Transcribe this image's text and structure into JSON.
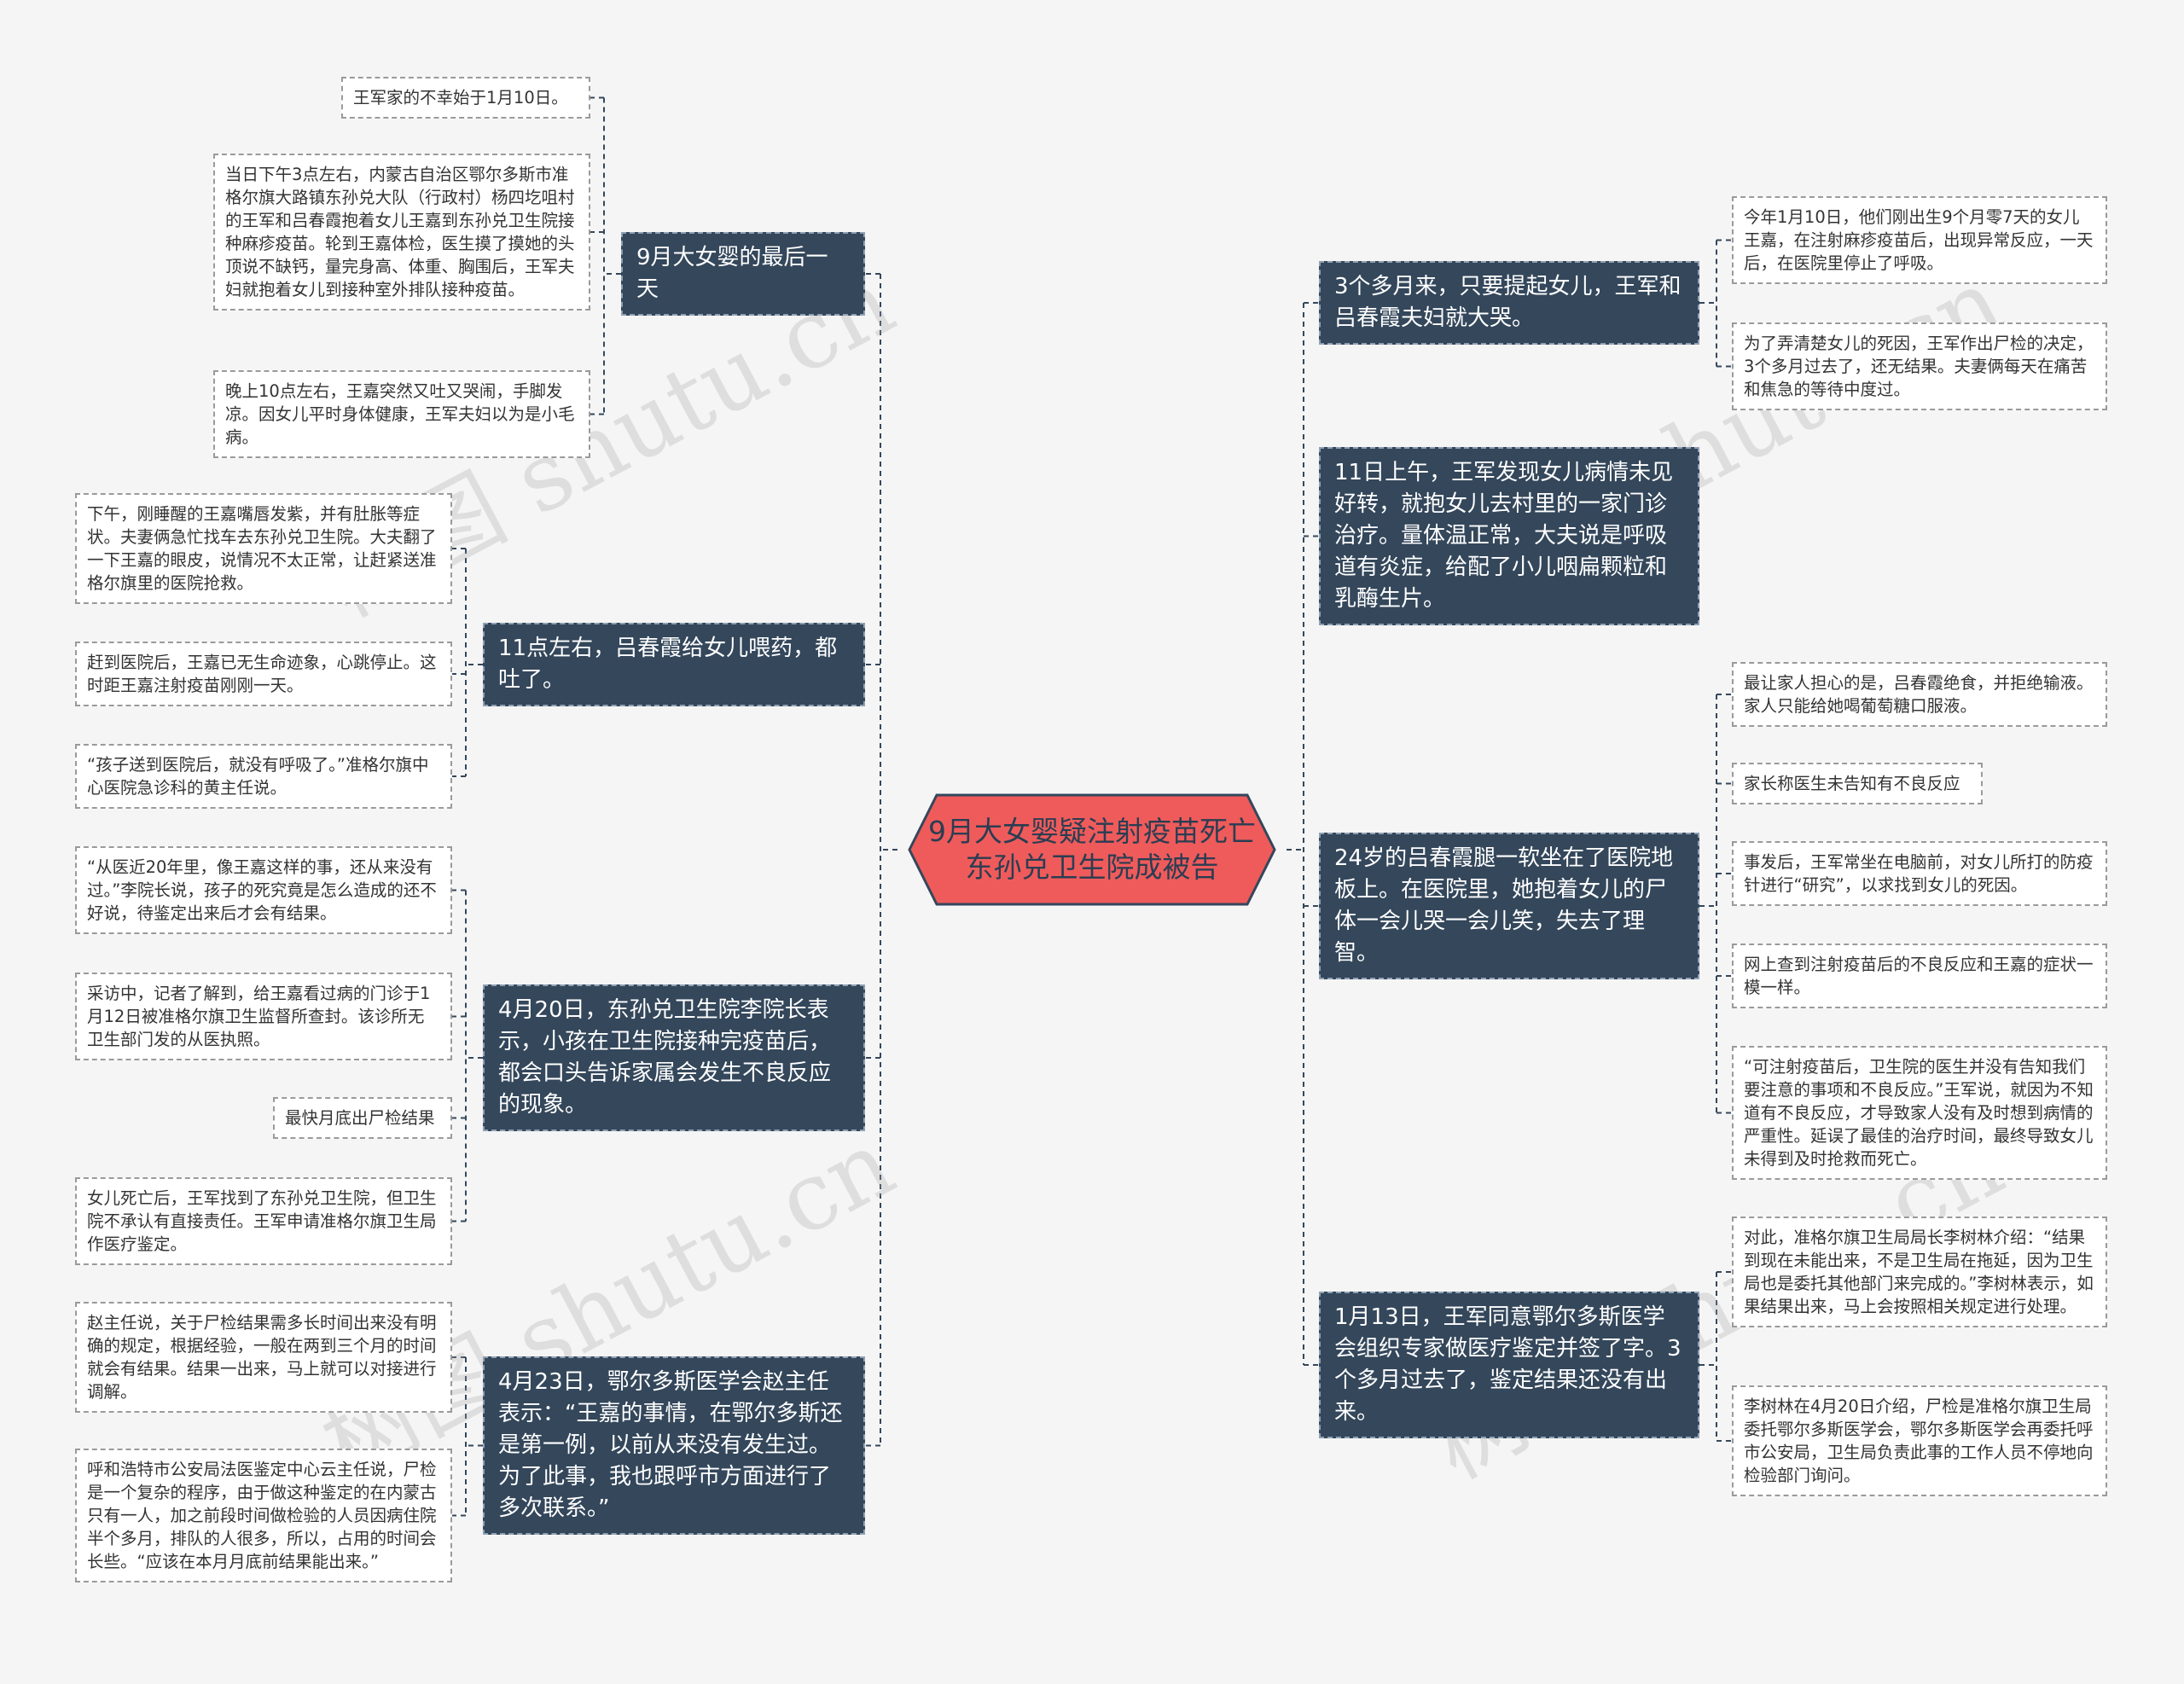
{
  "root": {
    "line1": "9月大女婴疑注射疫苗死亡",
    "line2": "东孙兑卫生院成被告"
  },
  "watermarks": [
    "树图 shutu.cn",
    "树图 shutu.cn",
    "树图 shutu.cn",
    "树图 shutu.cn"
  ],
  "branches": {
    "b1": "9月大女婴的最后一天",
    "b2": "11点左右，吕春霞给女儿喂药，都吐了。",
    "b3": "4月20日，东孙兑卫生院李院长表示，小孩在卫生院接种完疫苗后，都会口头告诉家属会发生不良反应的现象。",
    "b4": "4月23日，鄂尔多斯医学会赵主任表示：“王嘉的事情，在鄂尔多斯还是第一例，以前从来没有发生过。为了此事，我也跟呼市方面进行了多次联系。”",
    "b5": "3个多月来，只要提起女儿，王军和吕春霞夫妇就大哭。",
    "b6": "11日上午，王军发现女儿病情未见好转，就抱女儿去村里的一家门诊治疗。量体温正常，大夫说是呼吸道有炎症，给配了小儿咽扁颗粒和乳酶生片。",
    "b7": "24岁的吕春霞腿一软坐在了医院地板上。在医院里，她抱着女儿的尸体一会儿哭一会儿笑，失去了理智。",
    "b8": "1月13日，王军同意鄂尔多斯医学会组织专家做医疗鉴定并签了字。3个多月过去了，鉴定结果还没有出来。"
  },
  "leaves": {
    "l1": "王军家的不幸始于1月10日。",
    "l2": "当日下午3点左右，内蒙古自治区鄂尔多斯市准格尔旗大路镇东孙兑大队（行政村）杨四圪咀村的王军和吕春霞抱着女儿王嘉到东孙兑卫生院接种麻疹疫苗。轮到王嘉体检，医生摸了摸她的头顶说不缺钙，量完身高、体重、胸围后，王军夫妇就抱着女儿到接种室外排队接种疫苗。",
    "l3": "晚上10点左右，王嘉突然又吐又哭闹，手脚发凉。因女儿平时身体健康，王军夫妇以为是小毛病。",
    "l4": "下午，刚睡醒的王嘉嘴唇发紫，并有肚胀等症状。夫妻俩急忙找车去东孙兑卫生院。大夫翻了一下王嘉的眼皮，说情况不太正常，让赶紧送准格尔旗里的医院抢救。",
    "l5": "赶到医院后，王嘉已无生命迹象，心跳停止。这时距王嘉注射疫苗刚刚一天。",
    "l6": "“孩子送到医院后，就没有呼吸了。”准格尔旗中心医院急诊科的黄主任说。",
    "l7": "“从医近20年里，像王嘉这样的事，还从来没有过。”李院长说，孩子的死究竟是怎么造成的还不好说，待鉴定出来后才会有结果。",
    "l8": "采访中，记者了解到，给王嘉看过病的门诊于1月12日被准格尔旗卫生监督所查封。该诊所无卫生部门发的从医执照。",
    "l9": "最快月底出尸检结果",
    "l10": "女儿死亡后，王军找到了东孙兑卫生院，但卫生院不承认有直接责任。王军申请准格尔旗卫生局作医疗鉴定。",
    "l11": "赵主任说，关于尸检结果需多长时间出来没有明确的规定，根据经验，一般在两到三个月的时间就会有结果。结果一出来，马上就可以对接进行调解。",
    "l12": "呼和浩特市公安局法医鉴定中心云主任说，尸检是一个复杂的程序，由于做这种鉴定的在内蒙古只有一人，加之前段时间做检验的人员因病住院半个多月，排队的人很多，所以，占用的时间会长些。“应该在本月月底前结果能出来。”",
    "l13": "今年1月10日，他们刚出生9个月零7天的女儿王嘉，在注射麻疹疫苗后，出现异常反应，一天后，在医院里停止了呼吸。",
    "l14": "为了弄清楚女儿的死因，王军作出尸检的决定，3个多月过去了，还无结果。夫妻俩每天在痛苦和焦急的等待中度过。",
    "l15": "最让家人担心的是，吕春霞绝食，并拒绝输液。家人只能给她喝葡萄糖口服液。",
    "l16": "家长称医生未告知有不良反应",
    "l17": "事发后，王军常坐在电脑前，对女儿所打的防疫针进行“研究”，以求找到女儿的死因。",
    "l18": "网上查到注射疫苗后的不良反应和王嘉的症状一模一样。",
    "l19": "“可注射疫苗后，卫生院的医生并没有告知我们要注意的事项和不良反应。”王军说，就因为不知道有不良反应，才导致家人没有及时想到病情的严重性。延误了最佳的治疗时间，最终导致女儿未得到及时抢救而死亡。",
    "l20": "对此，准格尔旗卫生局局长李树林介绍：“结果到现在未能出来，不是卫生局在拖延，因为卫生局也是委托其他部门来完成的。”李树林表示，如果结果出来，马上会按照相关规定进行处理。",
    "l21": "李树林在4月20日介绍，尸检是准格尔旗卫生局委托鄂尔多斯医学会，鄂尔多斯医学会再委托呼市公安局，卫生局负责此事的工作人员不停地向检验部门询问。"
  },
  "colors": {
    "root_fill": "#ef5b5b",
    "branch_fill": "#34475b",
    "leaf_fill": "#ffffff",
    "link": "#34475b",
    "background": "#f5f5f5"
  }
}
